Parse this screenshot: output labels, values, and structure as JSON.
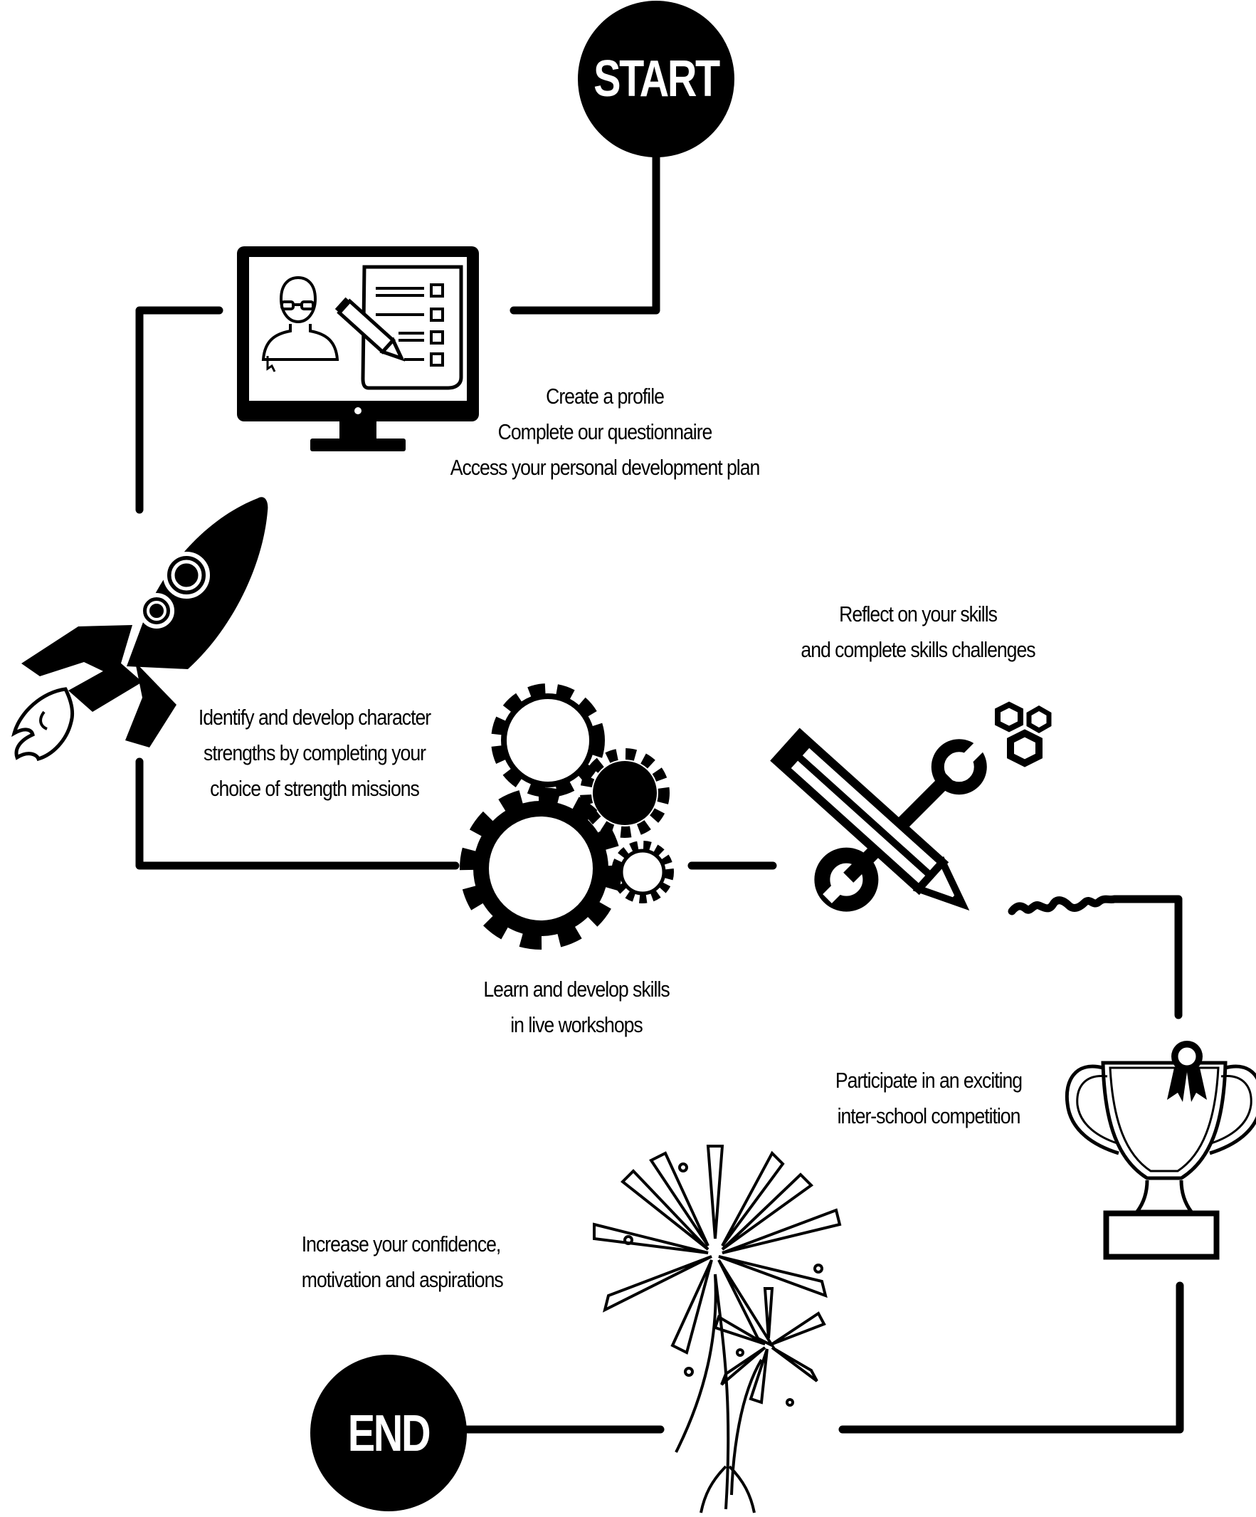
{
  "nodes": {
    "start": "START",
    "end": "END"
  },
  "steps": [
    {
      "id": "profile",
      "icon": "computer-questionnaire-icon",
      "lines": [
        "Create a profile",
        "Complete our questionnaire",
        "Access your personal development plan"
      ]
    },
    {
      "id": "missions",
      "icon": "rocket-icon",
      "lines": [
        "Identify and develop character",
        "strengths by completing your",
        "choice of strength missions"
      ]
    },
    {
      "id": "workshops",
      "icon": "gears-icon",
      "lines": [
        "Learn and develop skills",
        "in live workshops"
      ]
    },
    {
      "id": "challenges",
      "icon": "pencil-wrench-icon",
      "lines": [
        "Reflect on your skills",
        "and complete skills challenges"
      ]
    },
    {
      "id": "competition",
      "icon": "trophy-icon",
      "lines": [
        "Participate in an exciting",
        "inter-school competition"
      ]
    },
    {
      "id": "confidence",
      "icon": "fireworks-icon",
      "lines": [
        "Increase your confidence,",
        "motivation and aspirations"
      ]
    }
  ]
}
